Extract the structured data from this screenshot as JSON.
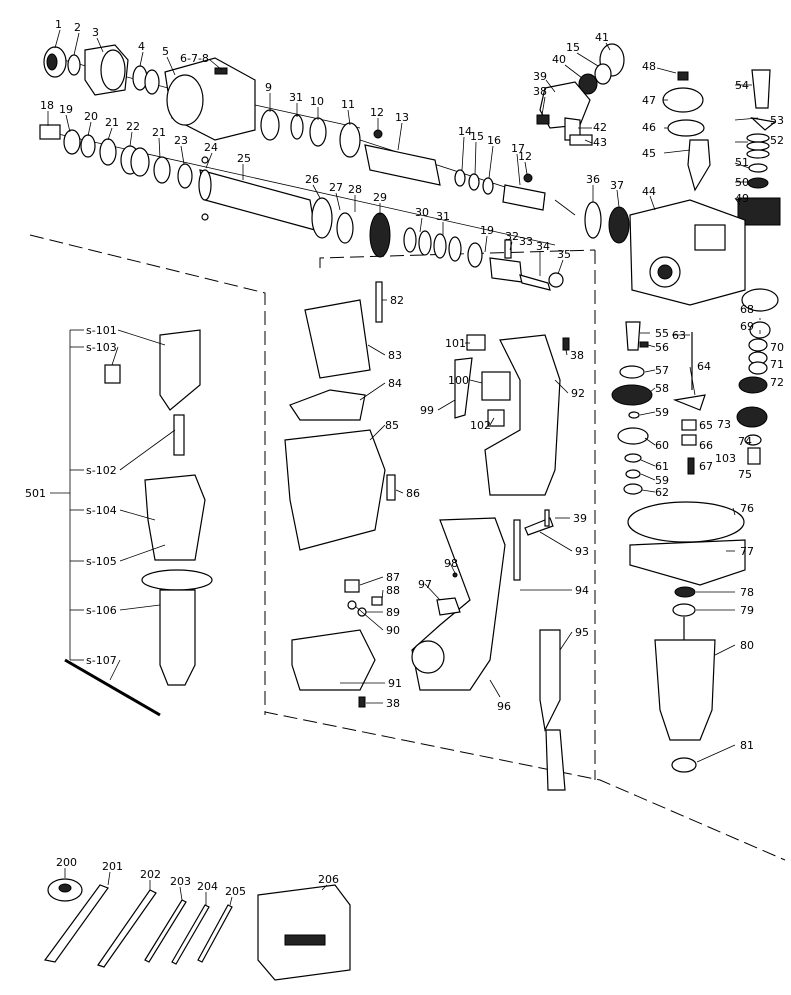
{
  "labels": {
    "l1": "1",
    "l2": "2",
    "l3": "3",
    "l4": "4",
    "l5": "5",
    "l678": "6-7-8",
    "l9": "9",
    "l31a": "31",
    "l10": "10",
    "l11": "11",
    "l12a": "12",
    "l13": "13",
    "l18": "18",
    "l19a": "19",
    "l20": "20",
    "l21a": "21",
    "l22": "22",
    "l21b": "21",
    "l23": "23",
    "l24": "24",
    "l25": "25",
    "l26": "26",
    "l27": "27",
    "l28": "28",
    "l29": "29",
    "l30": "30",
    "l31b": "31",
    "l19b": "19",
    "l32": "32",
    "l33": "33",
    "l34": "34",
    "l35": "35",
    "l14": "14",
    "l15a": "15",
    "l16": "16",
    "l17": "17",
    "l12b": "12",
    "l41": "41",
    "l15b": "15",
    "l40": "40",
    "l39": "39",
    "l38a": "38",
    "l42": "42",
    "l43": "43",
    "l48": "48",
    "l54": "54",
    "l47": "47",
    "l53": "53",
    "l46": "46",
    "l52": "52",
    "l45": "45",
    "l51": "51",
    "l50": "50",
    "l49": "49",
    "l36": "36",
    "l37": "37",
    "l44": "44",
    "l68": "68",
    "l69": "69",
    "l70": "70",
    "l71": "71",
    "l72": "72",
    "l73": "73",
    "l74": "74",
    "l103": "103",
    "l75": "75",
    "l63": "63",
    "l64": "64",
    "l65": "65",
    "l66": "66",
    "l67": "67",
    "l55": "55",
    "l56": "56",
    "l57": "57",
    "l58": "58",
    "l59a": "59",
    "l60": "60",
    "l61": "61",
    "l59b": "59",
    "l62": "62",
    "l76": "76",
    "l77": "77",
    "l78": "78",
    "l79": "79",
    "l80": "80",
    "l81": "81",
    "l82": "82",
    "l83": "83",
    "l84": "84",
    "l85": "85",
    "l86": "86",
    "l87": "87",
    "l88": "88",
    "l89": "89",
    "l90": "90",
    "l91": "91",
    "l38b": "38",
    "l101": "101",
    "l38c": "38",
    "l100": "100",
    "l92": "92",
    "l99": "99",
    "l102": "102",
    "l39b": "39",
    "l93": "93",
    "l98": "98",
    "l97": "97",
    "l94": "94",
    "l95": "95",
    "l96": "96",
    "s101": "s-101",
    "s103": "s-103",
    "s102": "s-102",
    "l501": "501",
    "s104": "s-104",
    "s105": "s-105",
    "s106": "s-106",
    "s107": "s-107",
    "l200": "200",
    "l201": "201",
    "l202": "202",
    "l203": "203",
    "l204": "204",
    "l205": "205",
    "l206": "206"
  }
}
